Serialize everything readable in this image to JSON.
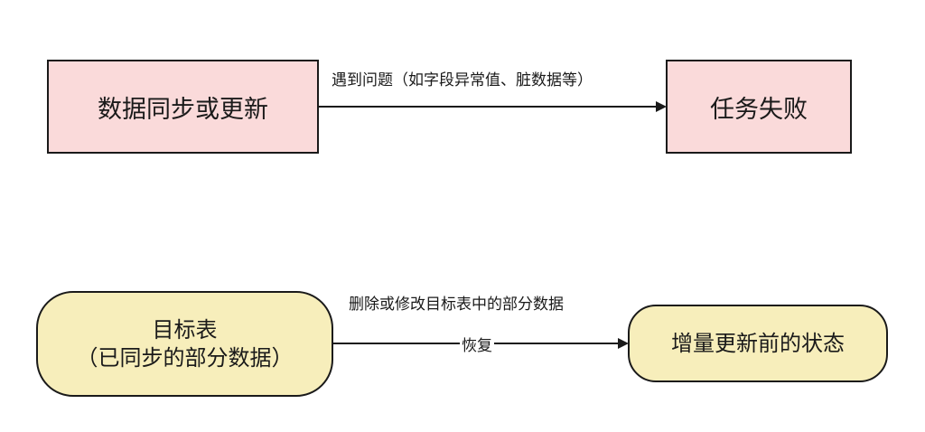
{
  "diagram": {
    "colors": {
      "pink_fill": "#fadada",
      "yellow_fill": "#f7eebb",
      "stroke": "#1a1a1a"
    },
    "row1": {
      "source": "数据同步或更新",
      "target": "任务失败",
      "edge_label": "遇到问题（如字段异常值、脏数据等）"
    },
    "row2": {
      "source_line1": "目标表",
      "source_line2": "（已同步的部分数据）",
      "target": "增量更新前的状态",
      "edge_label_top": "删除或修改目标表中的部分数据",
      "edge_label_mid": "恢复"
    }
  }
}
